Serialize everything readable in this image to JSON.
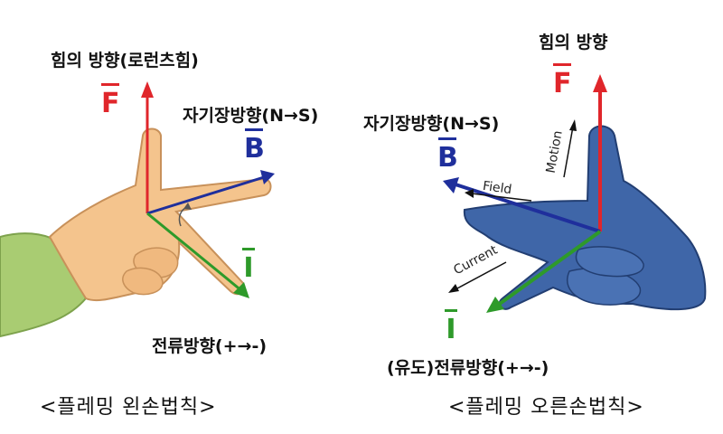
{
  "left": {
    "force_label": "힘의 방향(로런츠힘)",
    "field_label": "자기장방향(N→S)",
    "current_label": "전류방향(+→-)",
    "vec_f": "F",
    "vec_b": "B",
    "vec_i": "I",
    "caption": "<플레밍 왼손법칙>"
  },
  "right": {
    "force_label": "힘의 방향",
    "field_label": "자기장방향(N→S)",
    "current_label": "(유도)전류방향(+→-)",
    "vec_f": "F",
    "vec_b": "B",
    "vec_i": "I",
    "motion": "Motion",
    "field": "Field",
    "current": "Current",
    "caption": "<플레밍 오른손법칙>"
  },
  "colors": {
    "force": "#e0262b",
    "field": "#1f2f9c",
    "current": "#2e9a2a",
    "left_hand": "#f4c48d",
    "right_hand": "#3f66a8"
  }
}
